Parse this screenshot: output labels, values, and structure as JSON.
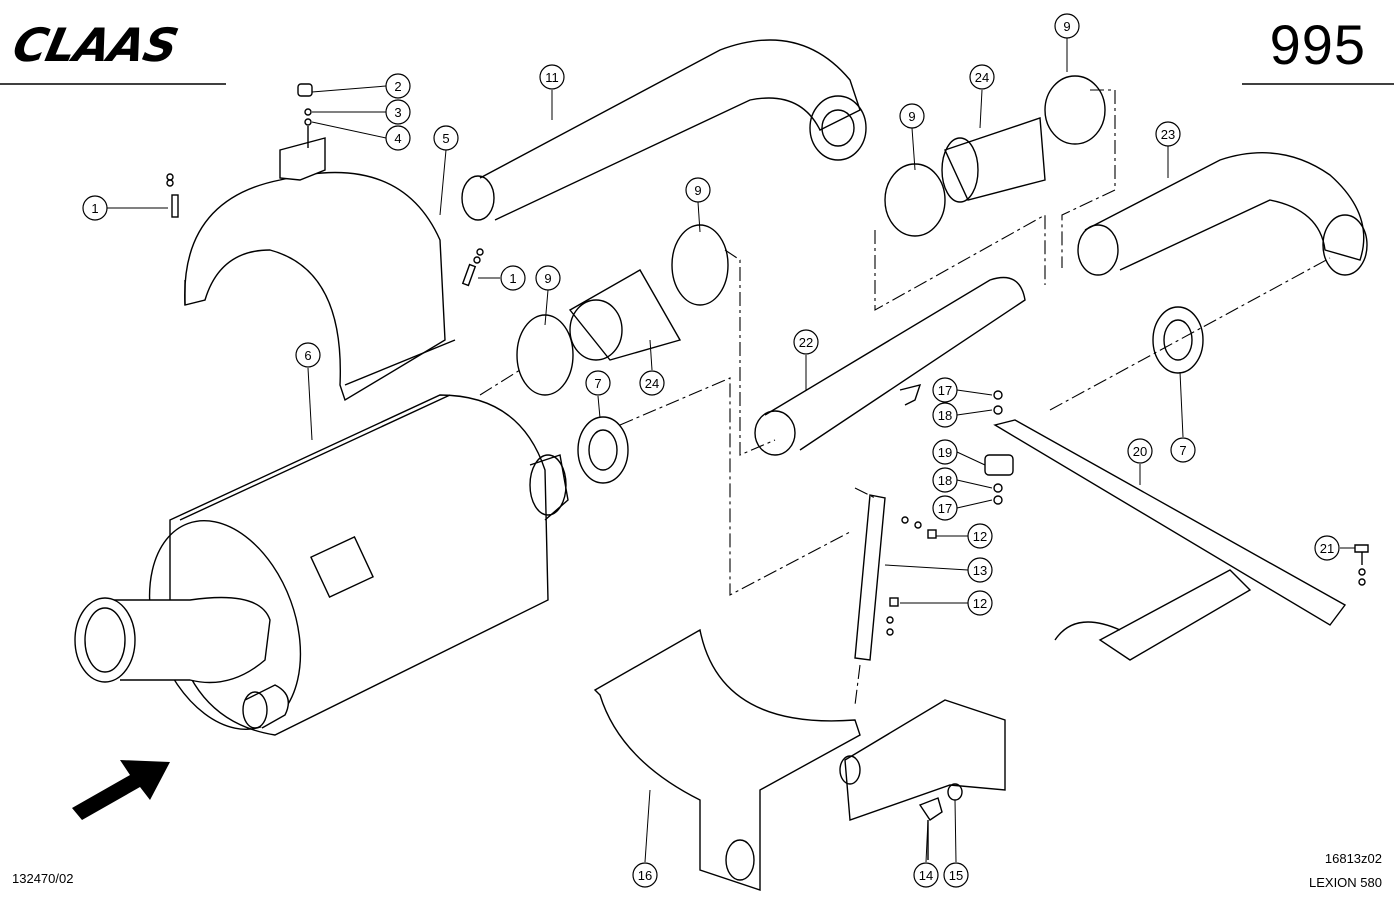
{
  "header": {
    "brand": "CLAAS",
    "page_number": "995"
  },
  "footer": {
    "left_code": "132470/02",
    "drawing_code": "16813z02",
    "model": "LEXION 580"
  },
  "callouts": [
    {
      "id": "c1a",
      "label": "1"
    },
    {
      "id": "c1b",
      "label": "1"
    },
    {
      "id": "c2",
      "label": "2"
    },
    {
      "id": "c3",
      "label": "3"
    },
    {
      "id": "c4",
      "label": "4"
    },
    {
      "id": "c5",
      "label": "5"
    },
    {
      "id": "c6",
      "label": "6"
    },
    {
      "id": "c7a",
      "label": "7"
    },
    {
      "id": "c7b",
      "label": "7"
    },
    {
      "id": "c9a",
      "label": "9"
    },
    {
      "id": "c9b",
      "label": "9"
    },
    {
      "id": "c9c",
      "label": "9"
    },
    {
      "id": "c9d",
      "label": "9"
    },
    {
      "id": "c11",
      "label": "11"
    },
    {
      "id": "c12a",
      "label": "12"
    },
    {
      "id": "c12b",
      "label": "12"
    },
    {
      "id": "c13",
      "label": "13"
    },
    {
      "id": "c14",
      "label": "14"
    },
    {
      "id": "c15",
      "label": "15"
    },
    {
      "id": "c16",
      "label": "16"
    },
    {
      "id": "c17a",
      "label": "17"
    },
    {
      "id": "c17b",
      "label": "17"
    },
    {
      "id": "c18a",
      "label": "18"
    },
    {
      "id": "c18b",
      "label": "18"
    },
    {
      "id": "c19",
      "label": "19"
    },
    {
      "id": "c20",
      "label": "20"
    },
    {
      "id": "c21",
      "label": "21"
    },
    {
      "id": "c22",
      "label": "22"
    },
    {
      "id": "c23",
      "label": "23"
    },
    {
      "id": "c24a",
      "label": "24"
    },
    {
      "id": "c24b",
      "label": "24"
    }
  ]
}
